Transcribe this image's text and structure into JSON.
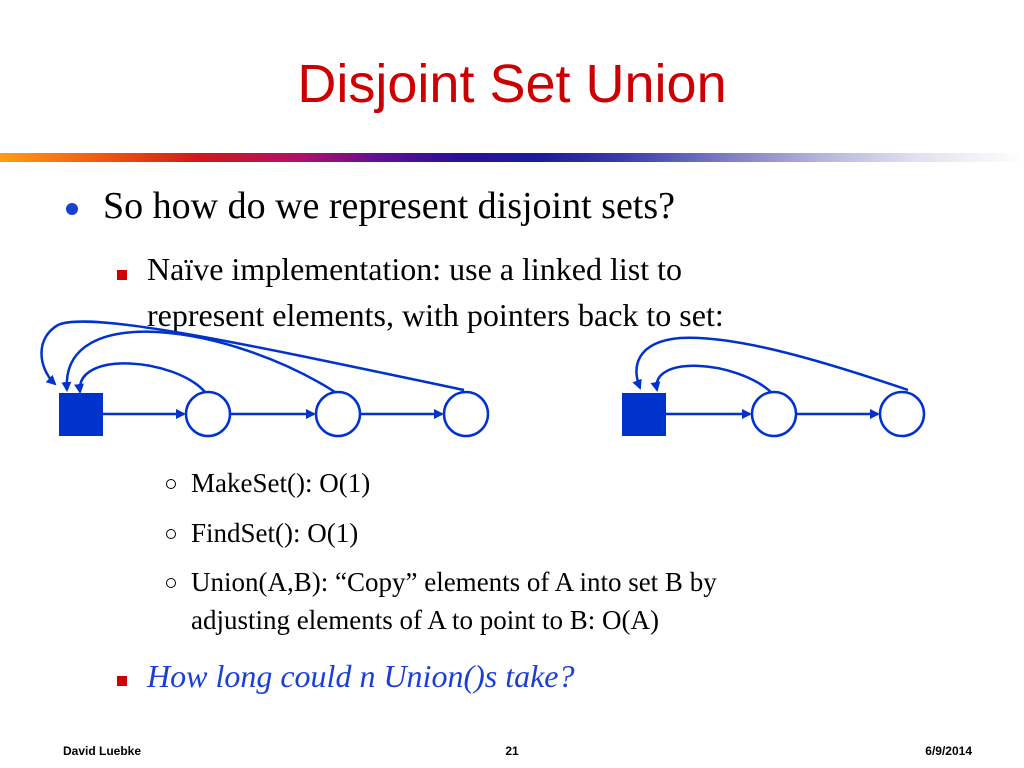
{
  "slide": {
    "title": "Disjoint Set Union",
    "bullet_level1": "So how do we represent disjoint sets?",
    "bullet_level2_line1": "Naïve implementation: use a linked list to",
    "bullet_level2_line2": "represent elements, with pointers back to set:",
    "sub_bullets": {
      "makeset": "MakeSet(): O(1)",
      "findset": "FindSet(): O(1)",
      "union_line1": "Union(A,B): “Copy” elements of A into set B by",
      "union_line2": "adjusting elements of A to point to B: O(A)"
    },
    "question": "How long could n Union()s take?"
  },
  "footer": {
    "author": "David Luebke",
    "page_number": "21",
    "date": "6/9/2014"
  },
  "colors": {
    "title": "#cc0000",
    "accent_blue": "#1a3fd6",
    "diagram_blue": "#0033cc",
    "square_bullet": "#cc0000"
  }
}
